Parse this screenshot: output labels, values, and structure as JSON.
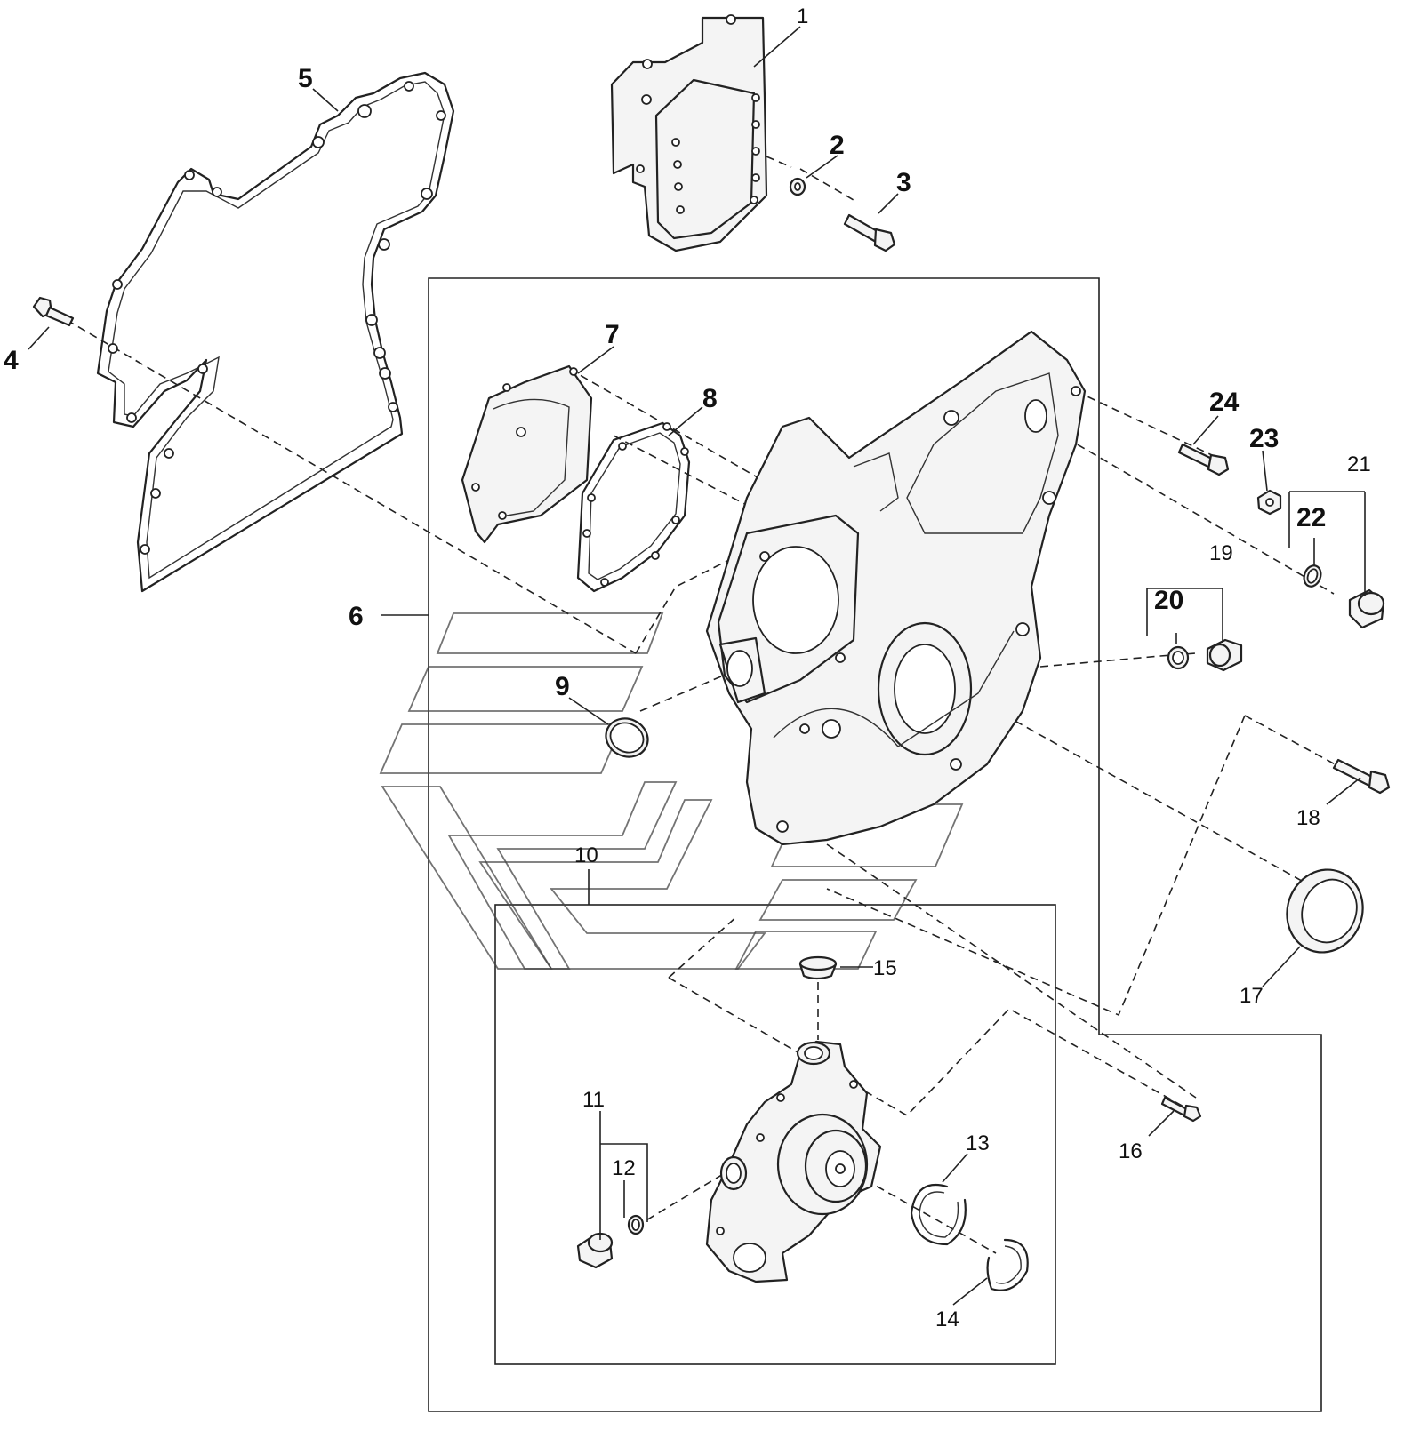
{
  "callouts": [
    {
      "id": "1",
      "text": "1"
    },
    {
      "id": "2",
      "text": "2"
    },
    {
      "id": "3",
      "text": "3"
    },
    {
      "id": "4",
      "text": "4"
    },
    {
      "id": "5",
      "text": "5"
    },
    {
      "id": "6",
      "text": "6"
    },
    {
      "id": "7",
      "text": "7"
    },
    {
      "id": "8",
      "text": "8"
    },
    {
      "id": "9",
      "text": "9"
    },
    {
      "id": "10",
      "text": "10"
    },
    {
      "id": "11",
      "text": "11"
    },
    {
      "id": "12",
      "text": "12"
    },
    {
      "id": "13",
      "text": "13"
    },
    {
      "id": "14",
      "text": "14"
    },
    {
      "id": "15",
      "text": "15"
    },
    {
      "id": "16",
      "text": "16"
    },
    {
      "id": "17",
      "text": "17"
    },
    {
      "id": "18",
      "text": "18"
    },
    {
      "id": "19",
      "text": "19"
    },
    {
      "id": "20",
      "text": "20"
    },
    {
      "id": "21",
      "text": "21"
    },
    {
      "id": "22",
      "text": "22"
    },
    {
      "id": "23",
      "text": "23"
    },
    {
      "id": "24",
      "text": "24"
    }
  ],
  "colors": {
    "line": "#222222",
    "background": "#ffffff",
    "part_fill": "#f4f4f4"
  }
}
